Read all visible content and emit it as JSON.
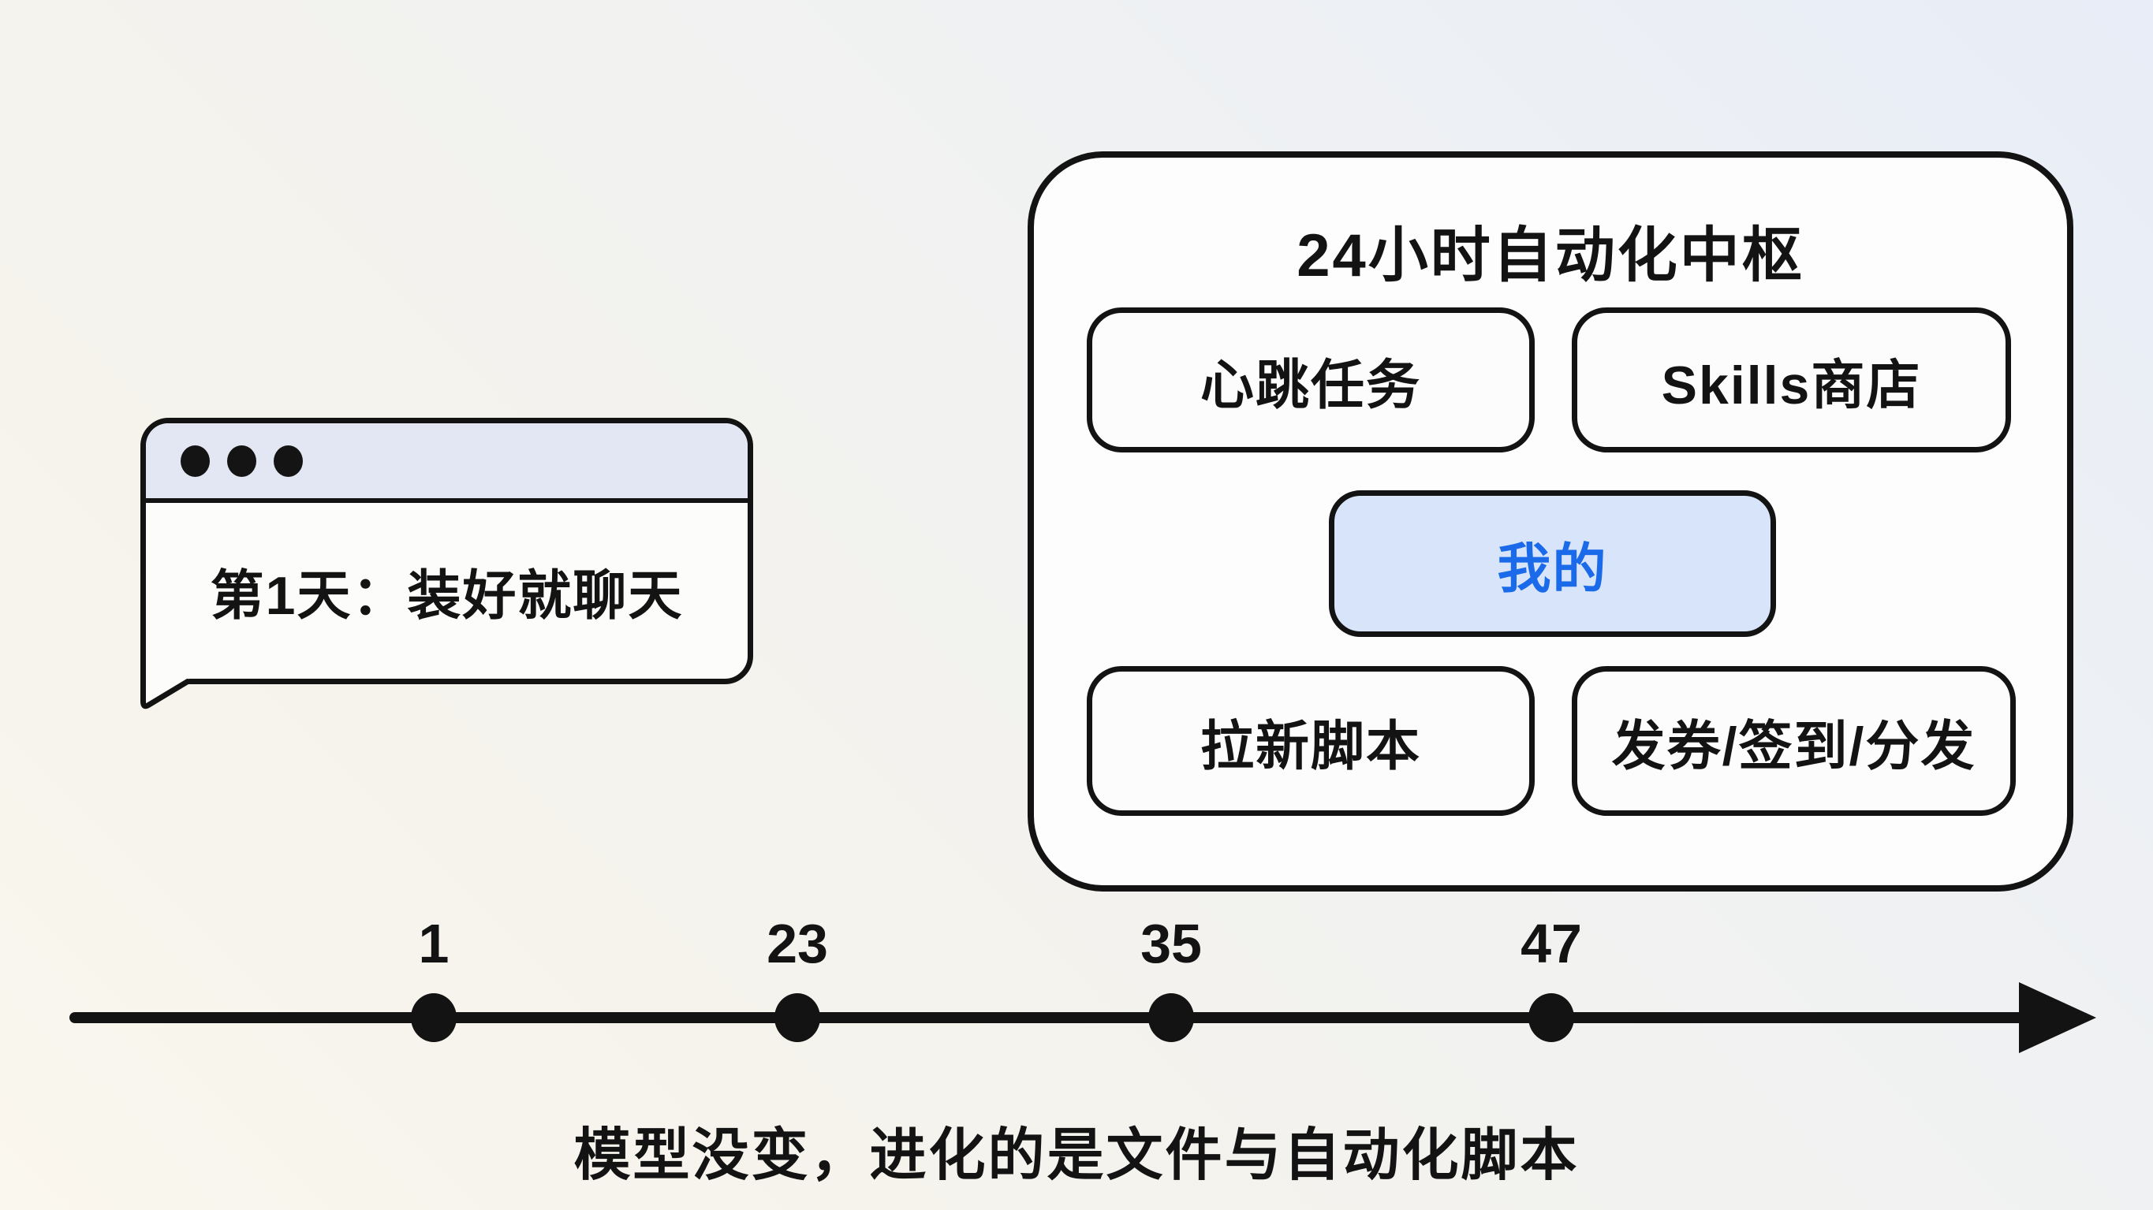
{
  "chat_window": {
    "window_dots": 3,
    "message": "第1天：装好就聊天"
  },
  "hub": {
    "title": "24小时自动化中枢",
    "buttons": [
      {
        "label": "心跳任务",
        "highlighted": false
      },
      {
        "label": "Skills商店",
        "highlighted": false
      },
      {
        "label": "我的",
        "highlighted": true
      },
      {
        "label": "拉新脚本",
        "highlighted": false
      },
      {
        "label": "发券/签到/分发",
        "highlighted": false
      }
    ]
  },
  "timeline": {
    "points": [
      {
        "label": "1"
      },
      {
        "label": "23"
      },
      {
        "label": "35"
      },
      {
        "label": "47"
      }
    ]
  },
  "caption": "模型没变，进化的是文件与自动化脚本",
  "colors": {
    "outline": "#131313",
    "titlebar_bg": "#e2e7f3",
    "highlight_button_bg": "#d7e4f9",
    "accent_blue_text": "#1a6ae9",
    "background_top_right": "#e8edf7",
    "background_bottom_left": "#faf7ee"
  }
}
